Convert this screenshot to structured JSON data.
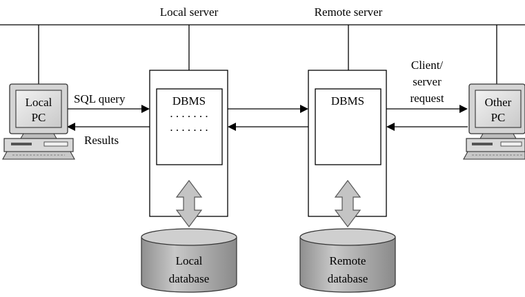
{
  "labels": {
    "local_server": "Local server",
    "remote_server": "Remote server",
    "sql_query": "SQL query",
    "results": "Results",
    "client_server_line1": "Client/",
    "client_server_line2": "server",
    "client_server_line3": "request",
    "local_pc_line1": "Local",
    "local_pc_line2": "PC",
    "other_pc_line1": "Other",
    "other_pc_line2": "PC",
    "local_dbms": "DBMS",
    "local_dbms_dots": ". . . . . . .",
    "remote_dbms": "DBMS",
    "local_db_line1": "Local",
    "local_db_line2": "database",
    "remote_db_line1": "Remote",
    "remote_db_line2": "database"
  },
  "colors": {
    "cylinder_top": "#cfcfcf",
    "cylinder_body": "#a9a9a9",
    "double_arrow": "#c4c4c4",
    "monitor_screen": "#e6e6e6",
    "computer_body": "#d9d9d9"
  },
  "icons": {
    "local_pc": "desktop-computer-icon",
    "other_pc": "desktop-computer-icon",
    "local_database": "database-cylinder-icon",
    "remote_database": "database-cylinder-icon"
  }
}
